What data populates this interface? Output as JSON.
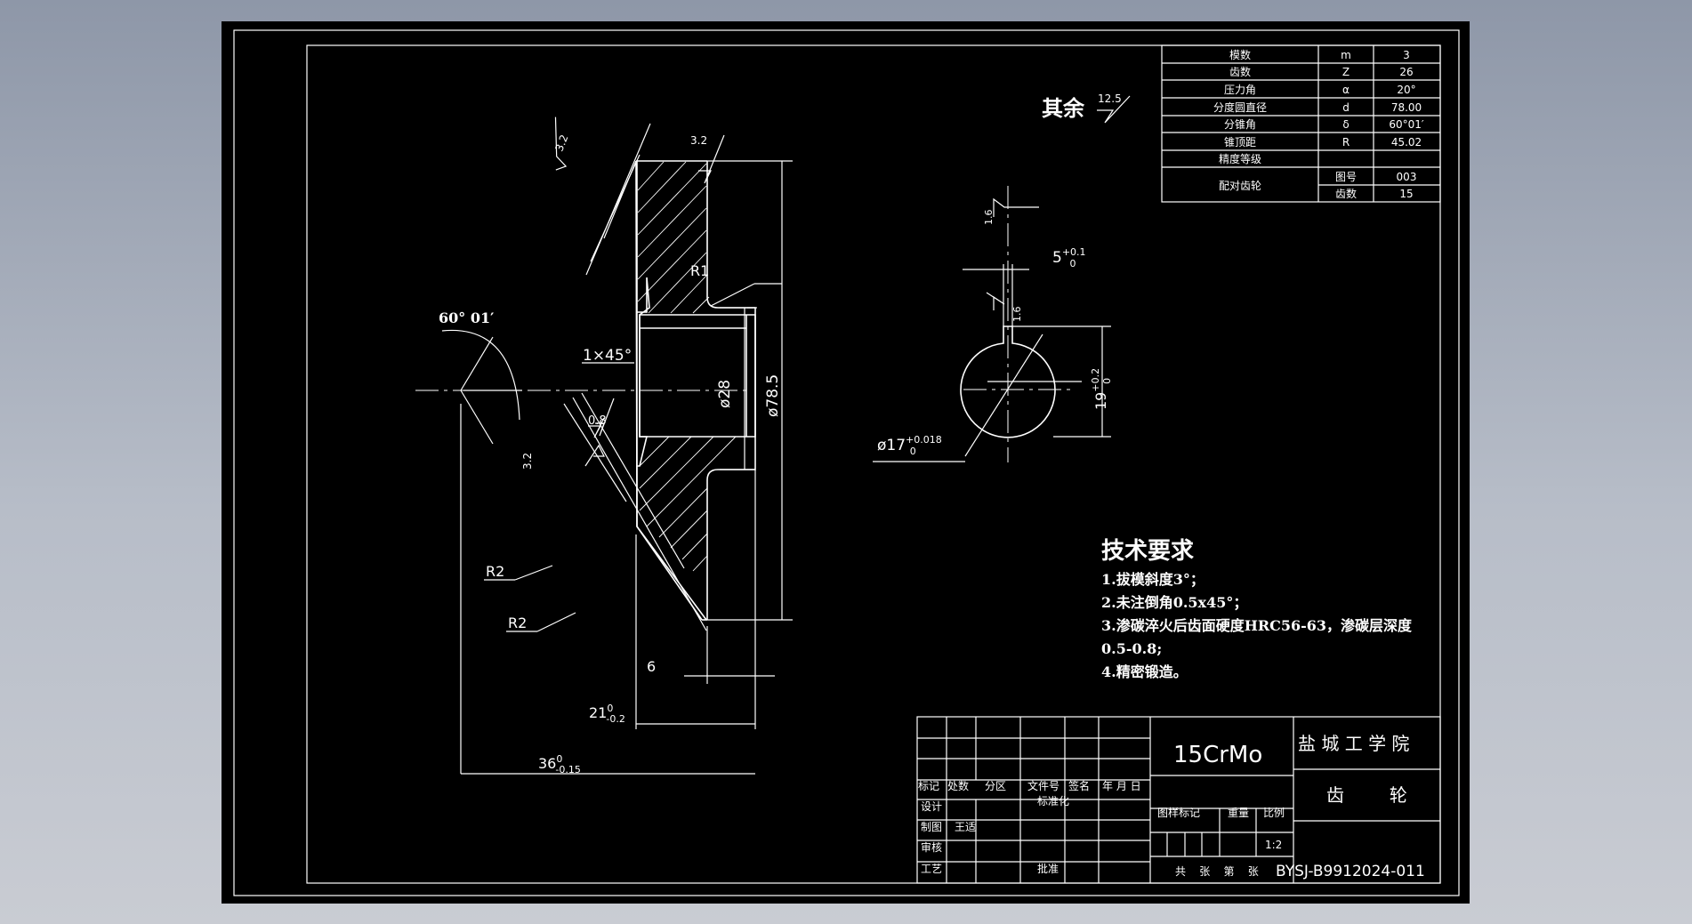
{
  "drawing": {
    "params_table": [
      {
        "name": "模数",
        "symbol": "m",
        "value": "3"
      },
      {
        "name": "齿数",
        "symbol": "Z",
        "value": "26"
      },
      {
        "name": "压力角",
        "symbol": "α",
        "value": "20°"
      },
      {
        "name": "分度圆直径",
        "symbol": "d",
        "value": "78.00"
      },
      {
        "name": "分锥角",
        "symbol": "δ",
        "value": "60°01′"
      },
      {
        "name": "锥顶距",
        "symbol": "R",
        "value": "45.02"
      },
      {
        "name": "精度等级",
        "symbol": "",
        "value": ""
      }
    ],
    "mating_gear": {
      "label": "配对齿轮",
      "fig_no_label": "图号",
      "fig_no": "003",
      "teeth_label": "齿数",
      "teeth": "15"
    },
    "roughness_rest": {
      "label": "其余",
      "value": "12.5"
    },
    "dims": {
      "angle": "60° 01′",
      "r1": "R1",
      "chamfer": "1×45°",
      "d28": "ø28",
      "d78": "ø78.5",
      "rough_08": "0.8",
      "rough_32a": "3.2",
      "rough_32b": "3.2",
      "rough_32c": "3.2",
      "r2a": "R2",
      "r2b": "R2",
      "six": "6",
      "len21": "21",
      "len21_tol": "0",
      "len21_tol_lo": "-0.2",
      "len36": "36",
      "len36_tol": "0",
      "len36_tol_lo": "-0.15",
      "key_w": "5",
      "key_w_up": "+0.1",
      "key_w_lo": "0",
      "rough_16a": "1.6",
      "rough_16b": "1.6",
      "bore": "ø17",
      "bore_up": "+0.018",
      "bore_lo": "0",
      "keyh": "19",
      "keyh_up": "+0.2",
      "keyh_lo": "0"
    },
    "tech_req": {
      "title": "技术要求",
      "items": [
        "1.拔模斜度3°；",
        "2.未注倒角0.5x45°；",
        "3.渗碳淬火后齿面硬度HRC56-63，渗碳层深度",
        "0.5-0.8;",
        "4.精密锻造。"
      ]
    },
    "title_block": {
      "material": "15CrMo",
      "school": "盐 城 工 学 院",
      "part_name": "齿        轮",
      "drawing_no": "BYSJ-B9912024-011",
      "scale_label": "比例",
      "scale": "1:2",
      "weight_label": "重量",
      "stage_label": "图样标记",
      "sheet_label": "共    张    第    张",
      "hdr": [
        "标记",
        "处数",
        "分区",
        "文件号",
        "签名",
        "年  月  日"
      ],
      "rows": [
        "设计",
        "制图",
        "审核",
        "工艺"
      ],
      "std_label": "标准化",
      "drafter": "王适",
      "approve_label": "批准"
    }
  }
}
